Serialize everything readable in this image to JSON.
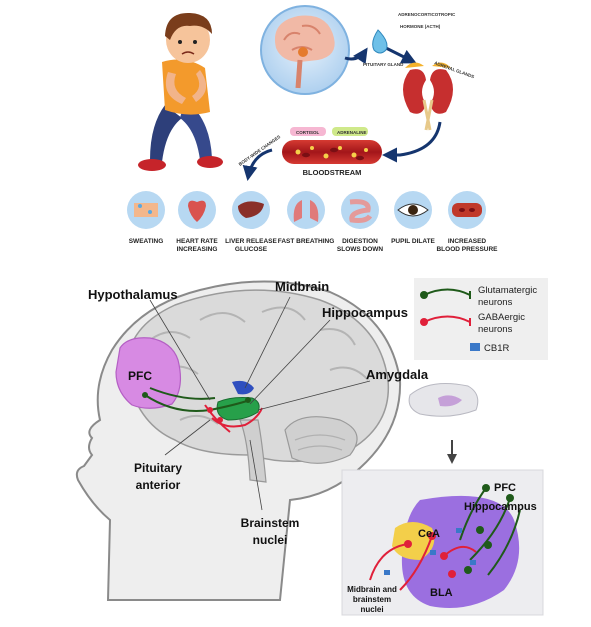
{
  "stress_panel": {
    "acth_label": "ADRENOCORTICOTROPIC HORMONE (ACTH)",
    "pituitary_label": "PITUITARY GLAND",
    "adrenal_label": "ADRENAL GLANDS",
    "cortisol_label": "CORTISOL",
    "adrenaline_label": "ADRENALINE",
    "body_changes_label": "BODY-WIDE CHANGES",
    "bloodstream_label": "BLOODSTREAM",
    "symptoms": [
      {
        "line1": "SWEATING",
        "line2": "",
        "icon": "sweating-icon"
      },
      {
        "line1": "HEART RATE",
        "line2": "INCREASING",
        "icon": "heart-icon"
      },
      {
        "line1": "LIVER RELEASE",
        "line2": "GLUCOSE",
        "icon": "liver-icon"
      },
      {
        "line1": "FAST BREATHING",
        "line2": "",
        "icon": "lungs-icon"
      },
      {
        "line1": "DIGESTION",
        "line2": "SLOWS DOWN",
        "icon": "intestine-icon"
      },
      {
        "line1": "PUPIL DILATE",
        "line2": "",
        "icon": "eye-icon"
      },
      {
        "line1": "INCREASED",
        "line2": "BLOOD PRESSURE",
        "icon": "blood-vessel-icon"
      }
    ]
  },
  "brain_panel": {
    "labels": {
      "hypothalamus": "Hypothalamus",
      "midbrain": "Midbrain",
      "hippocampus": "Hippocampus",
      "amygdala": "Amygdala",
      "pfc": "PFC",
      "pituitary_line1": "Pituitary",
      "pituitary_line2": "anterior",
      "brainstem_line1": "Brainstem",
      "brainstem_line2": "nuclei"
    },
    "legend": {
      "glutamatergic_line1": "Glutamatergic",
      "glutamatergic_line2": "neurons",
      "gabaergic_line1": "GABAergic",
      "gabaergic_line2": "neurons",
      "cb1r": "CB1R"
    },
    "inset": {
      "pfc": "PFC",
      "hippocampus": "Hippocampus",
      "cea": "CeA",
      "bla": "BLA",
      "midbrain_line1": "Midbrain and",
      "midbrain_line2": "brainstem",
      "midbrain_line3": "nuclei"
    }
  },
  "colors": {
    "glutamatergic": "#1f5a1a",
    "gabaergic": "#e0203a",
    "cb1r": "#3a78c8",
    "pfc_region": "#d78ae3",
    "bla_region": "#9b6fe0",
    "cea_region": "#f3cf4a"
  }
}
